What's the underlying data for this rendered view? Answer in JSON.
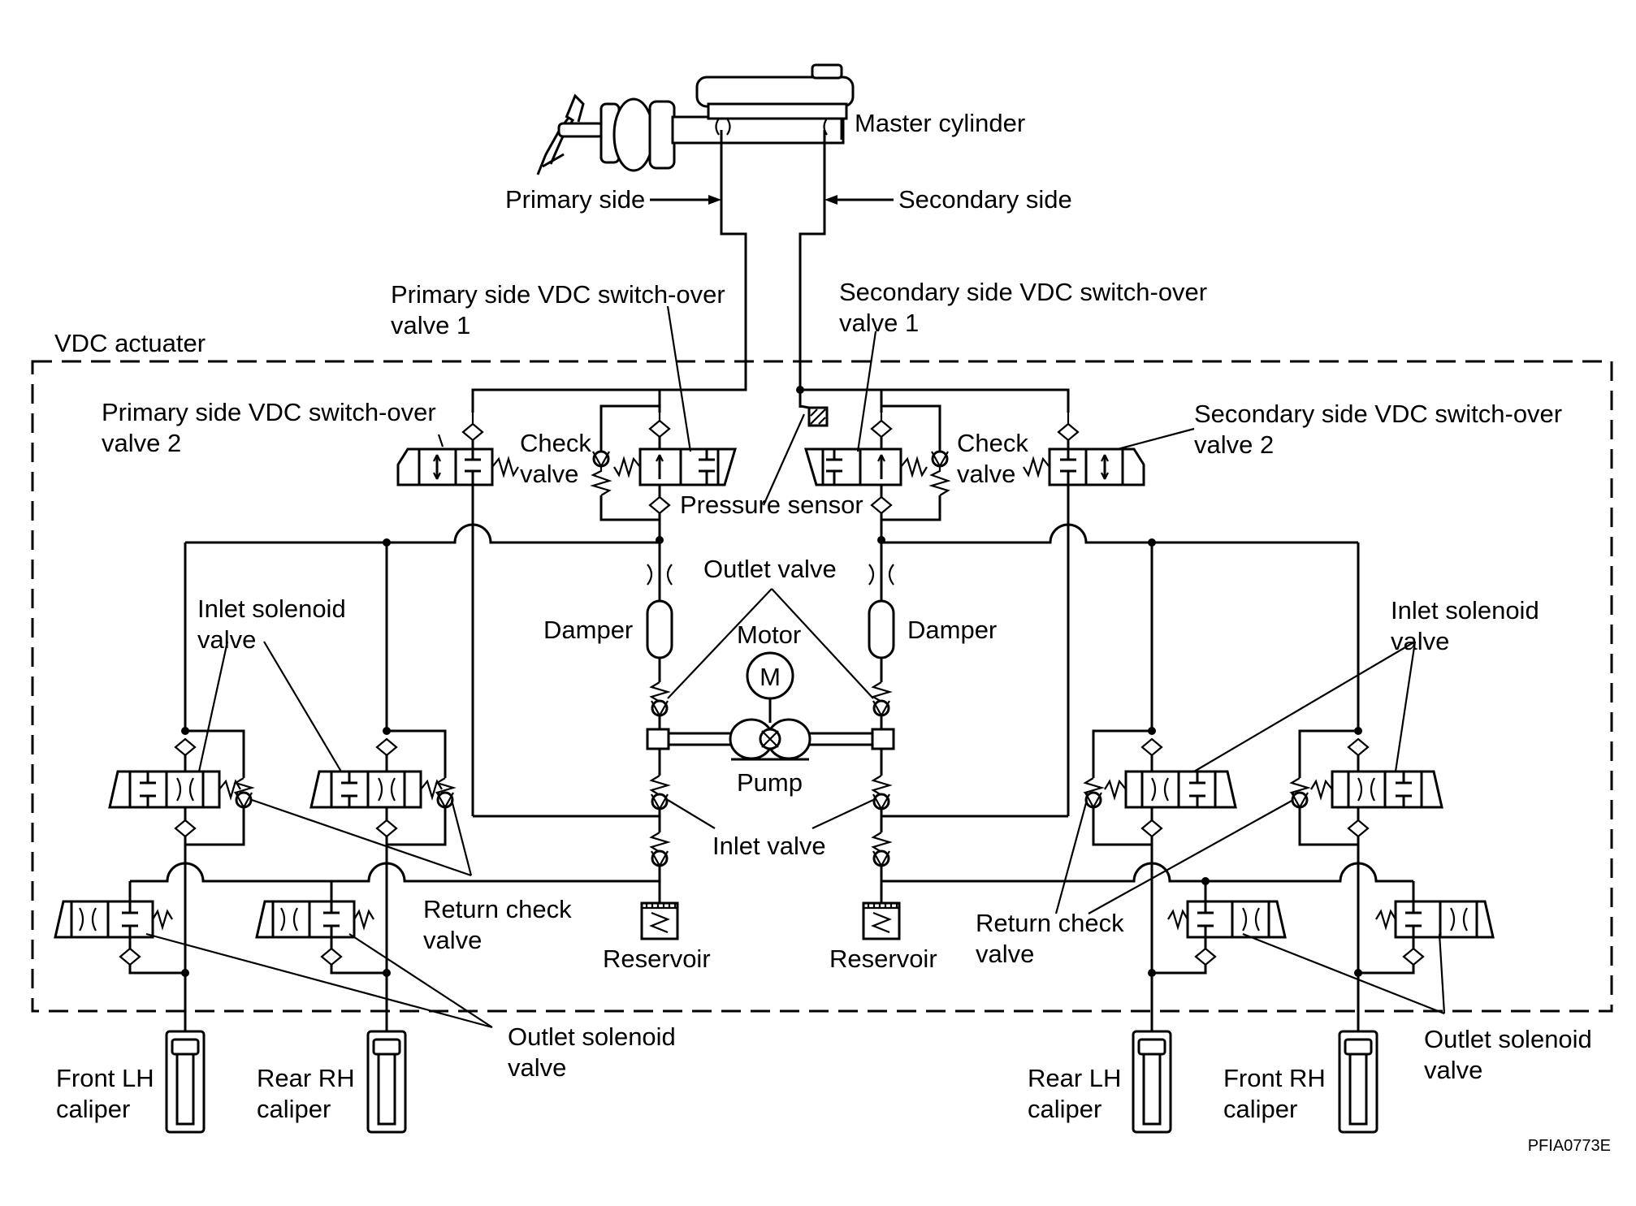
{
  "labels": {
    "master_cylinder": "Master cylinder",
    "primary_side": "Primary side",
    "secondary_side": "Secondary side",
    "primary_switch_1": [
      "Primary side VDC switch-over",
      "valve 1"
    ],
    "secondary_switch_1": [
      "Secondary side VDC switch-over",
      "valve 1"
    ],
    "vdc_actuator": "VDC actuater",
    "primary_switch_2": [
      "Primary side VDC switch-over",
      "valve 2"
    ],
    "secondary_switch_2": [
      "Secondary side VDC switch-over",
      "valve 2"
    ],
    "check_valve_left": [
      "Check",
      "valve"
    ],
    "check_valve_right": [
      "Check",
      "valve"
    ],
    "pressure_sensor": "Pressure sensor",
    "outlet_valve": "Outlet valve",
    "damper_left": "Damper",
    "damper_right": "Damper",
    "motor": "Motor",
    "pump": "Pump",
    "motor_symbol": "M",
    "inlet_valve": "Inlet valve",
    "inlet_solenoid_left": [
      "Inlet solenoid",
      "valve"
    ],
    "inlet_solenoid_right": [
      "Inlet solenoid",
      "valve"
    ],
    "return_check_left": [
      "Return check",
      "valve"
    ],
    "return_check_right": [
      "Return check",
      "valve"
    ],
    "reservoir_left": "Reservoir",
    "reservoir_right": "Reservoir",
    "outlet_solenoid_left": [
      "Outlet solenoid",
      "valve"
    ],
    "outlet_solenoid_right": [
      "Outlet solenoid",
      "valve"
    ],
    "front_lh_caliper": [
      "Front LH",
      "caliper"
    ],
    "rear_rh_caliper": [
      "Rear RH",
      "caliper"
    ],
    "rear_lh_caliper": [
      "Rear LH",
      "caliper"
    ],
    "front_rh_caliper": [
      "Front RH",
      "caliper"
    ],
    "figure_code": "PFIA0773E"
  }
}
